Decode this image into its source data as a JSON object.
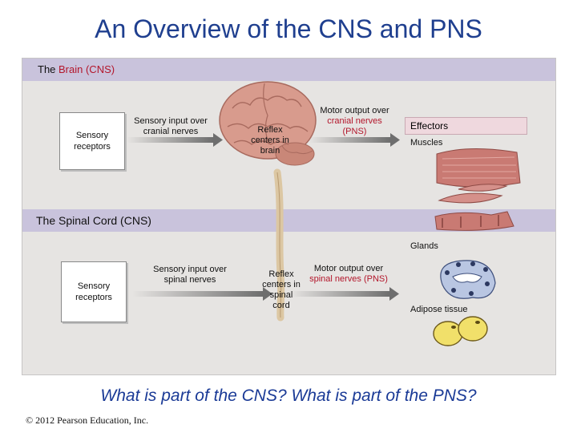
{
  "title": "An Overview of the CNS and PNS",
  "brain_band": {
    "prefix": "The ",
    "highlight": "Brain (CNS)"
  },
  "spinal_band": {
    "prefix": "The ",
    "highlight": "Spinal Cord (CNS)"
  },
  "brain_row": {
    "receptors": "Sensory receptors",
    "input": "Sensory input over cranial nerves",
    "reflex": "Reflex centers in brain",
    "output_line1": "Motor output over",
    "output_line2": "cranial nerves (PNS)"
  },
  "spinal_row": {
    "receptors": "Sensory receptors",
    "input": "Sensory input over spinal nerves",
    "reflex": "Reflex centers in spinal cord",
    "output_line1": "Motor output over",
    "output_line2": "spinal nerves (PNS)"
  },
  "effectors": {
    "heading": "Effectors",
    "muscles": "Muscles",
    "glands": "Glands",
    "adipose": "Adipose tissue"
  },
  "question": "What is part of the CNS?  What is part of the PNS?",
  "copyright": "© 2012 Pearson Education, Inc.",
  "colors": {
    "title": "#1f3f8f",
    "band": "#c9c3dc",
    "highlight": "#b3162b",
    "arrow": "#6e6e6e",
    "muscle": "#c87a72",
    "brain": "#d69a8c",
    "question": "#1a3a96"
  }
}
